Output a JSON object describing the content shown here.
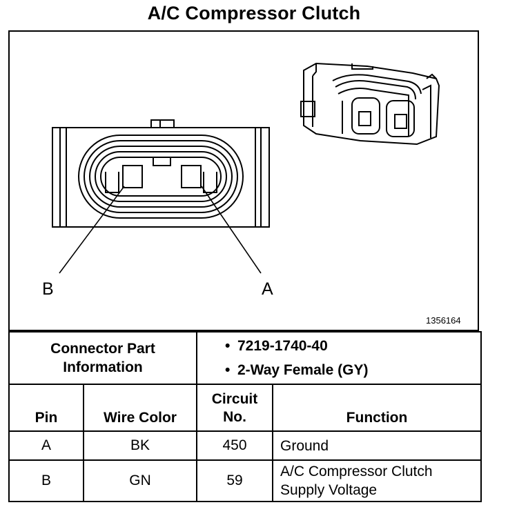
{
  "title": "A/C Compressor Clutch",
  "figure": {
    "callout_b": "B",
    "callout_a": "A",
    "figure_number": "1356164"
  },
  "connector_info": {
    "label_line1": "Connector Part",
    "label_line2": "Information",
    "items": [
      "7219-1740-40",
      "2-Way Female (GY)"
    ],
    "bullet": "•"
  },
  "table": {
    "headers": {
      "pin": "Pin",
      "wire_color": "Wire Color",
      "circuit_line1": "Circuit",
      "circuit_line2": "No.",
      "function": "Function"
    },
    "rows": [
      {
        "pin": "A",
        "wire_color": "BK",
        "circuit": "450",
        "function_line1": "Ground",
        "function_line2": ""
      },
      {
        "pin": "B",
        "wire_color": "GN",
        "circuit": "59",
        "function_line1": "A/C Compressor Clutch",
        "function_line2": "Supply Voltage"
      }
    ]
  }
}
